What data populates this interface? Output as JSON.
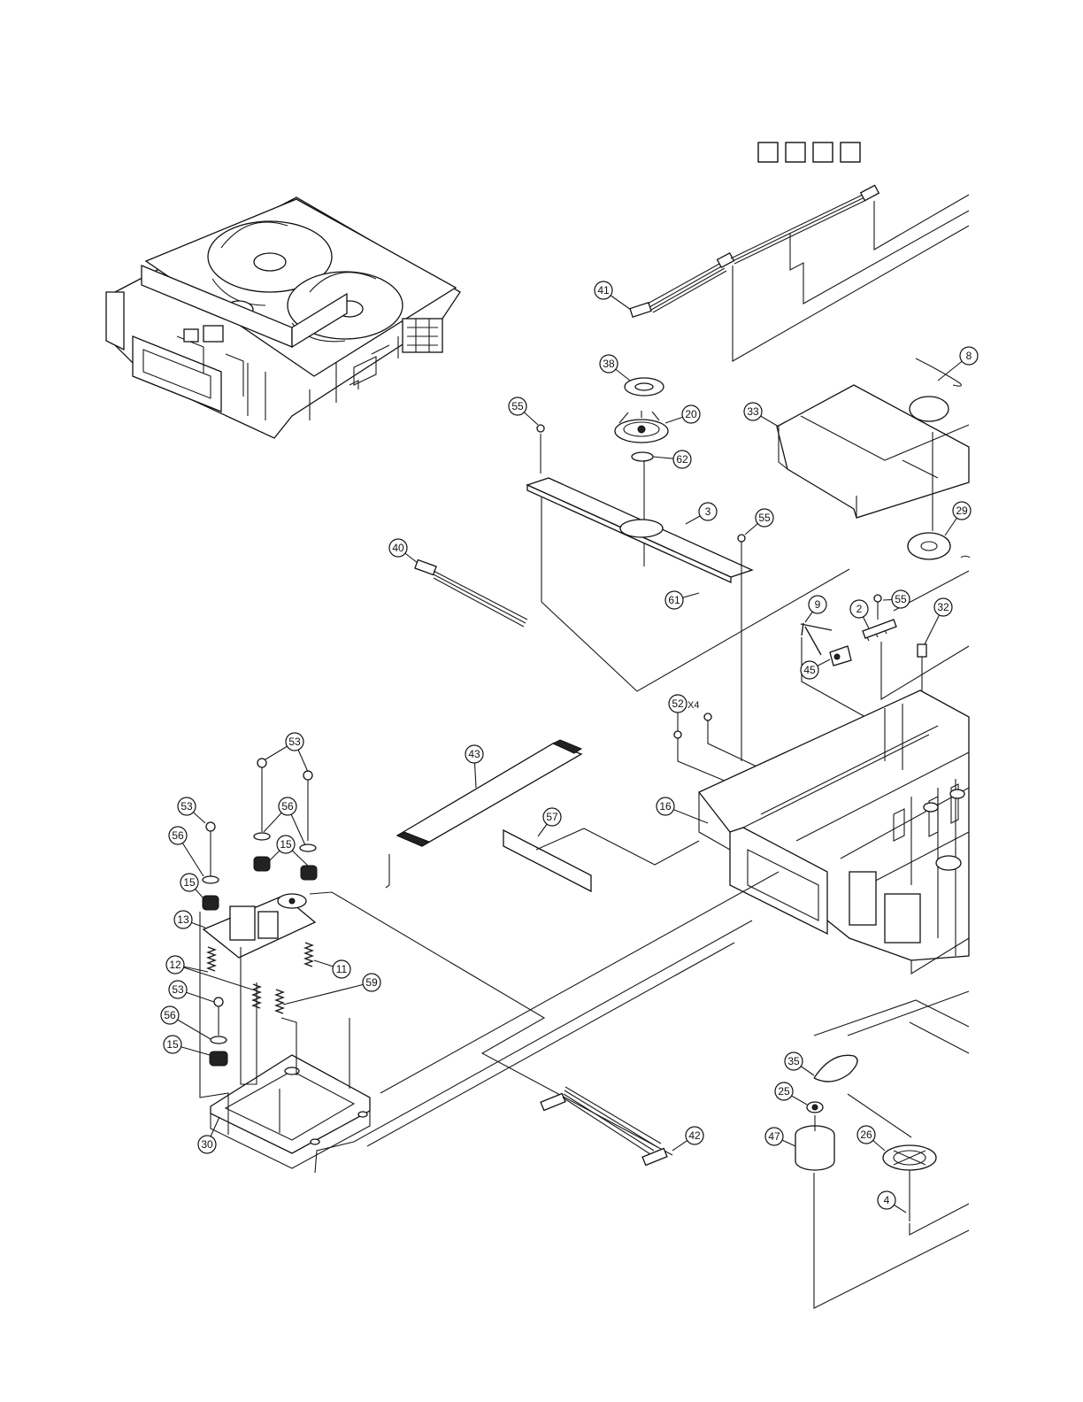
{
  "header_boxes": [
    "",
    "",
    "",
    ""
  ],
  "callouts": [
    {
      "id": "c41",
      "label": "41"
    },
    {
      "id": "c38",
      "label": "38"
    },
    {
      "id": "c20",
      "label": "20"
    },
    {
      "id": "c55a",
      "label": "55"
    },
    {
      "id": "c62",
      "label": "62"
    },
    {
      "id": "c8",
      "label": "8"
    },
    {
      "id": "c33",
      "label": "33"
    },
    {
      "id": "c3",
      "label": "3"
    },
    {
      "id": "c55b",
      "label": "55"
    },
    {
      "id": "c29",
      "label": "29"
    },
    {
      "id": "c40",
      "label": "40"
    },
    {
      "id": "c61",
      "label": "61"
    },
    {
      "id": "c9",
      "label": "9"
    },
    {
      "id": "c2",
      "label": "2"
    },
    {
      "id": "c55c",
      "label": "55"
    },
    {
      "id": "c32",
      "label": "32"
    },
    {
      "id": "c45",
      "label": "45"
    },
    {
      "id": "c52",
      "label": "52"
    },
    {
      "id": "c53a",
      "label": "53"
    },
    {
      "id": "c43",
      "label": "43"
    },
    {
      "id": "c16",
      "label": "16"
    },
    {
      "id": "c53b",
      "label": "53"
    },
    {
      "id": "c56a",
      "label": "56"
    },
    {
      "id": "c56b",
      "label": "56"
    },
    {
      "id": "c57",
      "label": "57"
    },
    {
      "id": "c15a",
      "label": "15"
    },
    {
      "id": "c15b",
      "label": "15"
    },
    {
      "id": "c13",
      "label": "13"
    },
    {
      "id": "c12",
      "label": "12"
    },
    {
      "id": "c11",
      "label": "11"
    },
    {
      "id": "c59",
      "label": "59"
    },
    {
      "id": "c53c",
      "label": "53"
    },
    {
      "id": "c56c",
      "label": "56"
    },
    {
      "id": "c15c",
      "label": "15"
    },
    {
      "id": "c35",
      "label": "35"
    },
    {
      "id": "c25",
      "label": "25"
    },
    {
      "id": "c47",
      "label": "47"
    },
    {
      "id": "c26",
      "label": "26"
    },
    {
      "id": "c42",
      "label": "42"
    },
    {
      "id": "c30",
      "label": "30"
    },
    {
      "id": "c4",
      "label": "4"
    }
  ],
  "quantity_note": "X4"
}
